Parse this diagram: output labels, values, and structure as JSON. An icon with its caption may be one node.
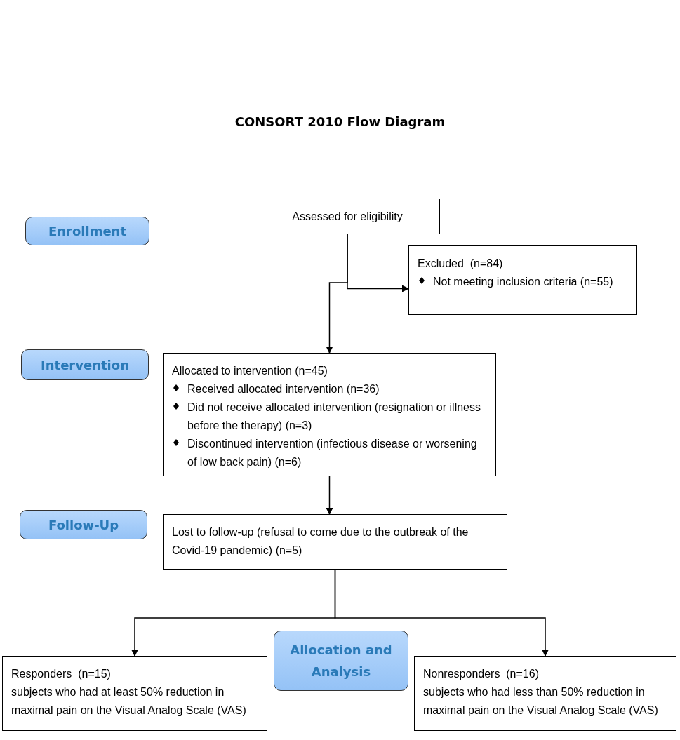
{
  "diagram": {
    "title": "CONSORT 2010 Flow Diagram",
    "nodes": [
      {
        "text": [
          "Enrollment"
        ]
      },
      {
        "text": [
          "Assessed for eligibility"
        ]
      },
      {
        "text": [
          "Excluded  (n=84)",
          "Not meeting inclusion criteria (n=55)"
        ]
      },
      {
        "text": [
          "Intervention"
        ]
      },
      {
        "text": [
          "Allocated to intervention (n=45)",
          "Received allocated intervention (n=36)",
          "Did not receive allocated intervention (resignation or illness before the therapy) (n=3)",
          "Discontinued intervention (infectious disease or worsening of low back pain) (n=6)"
        ]
      },
      {
        "text": [
          "Follow-Up"
        ]
      },
      {
        "text": [
          "Lost to follow-up (refusal to come due to the outbreak of the Covid-19 pandemic) (n=5)"
        ]
      },
      {
        "text": [
          "Responders  (n=15)",
          "subjects who had at least 50% reduction in maximal pain on the Visual Analog Scale (VAS)"
        ]
      },
      {
        "text": [
          "Allocation and Analysis"
        ]
      },
      {
        "text": [
          "Nonresponders  (n=16)",
          "subjects who had less than 50% reduction in maximal pain on the Visual Analog Scale (VAS)"
        ]
      }
    ],
    "edges": [
      {
        "from": 1,
        "to": 4,
        "arrow": "to"
      },
      {
        "from": 1,
        "to": 2,
        "arrow": "to"
      },
      {
        "from": 4,
        "to": 6,
        "arrow": "to"
      },
      {
        "from": 6,
        "to": 7,
        "arrow": "to"
      },
      {
        "from": 6,
        "to": 9,
        "arrow": "to"
      }
    ]
  }
}
